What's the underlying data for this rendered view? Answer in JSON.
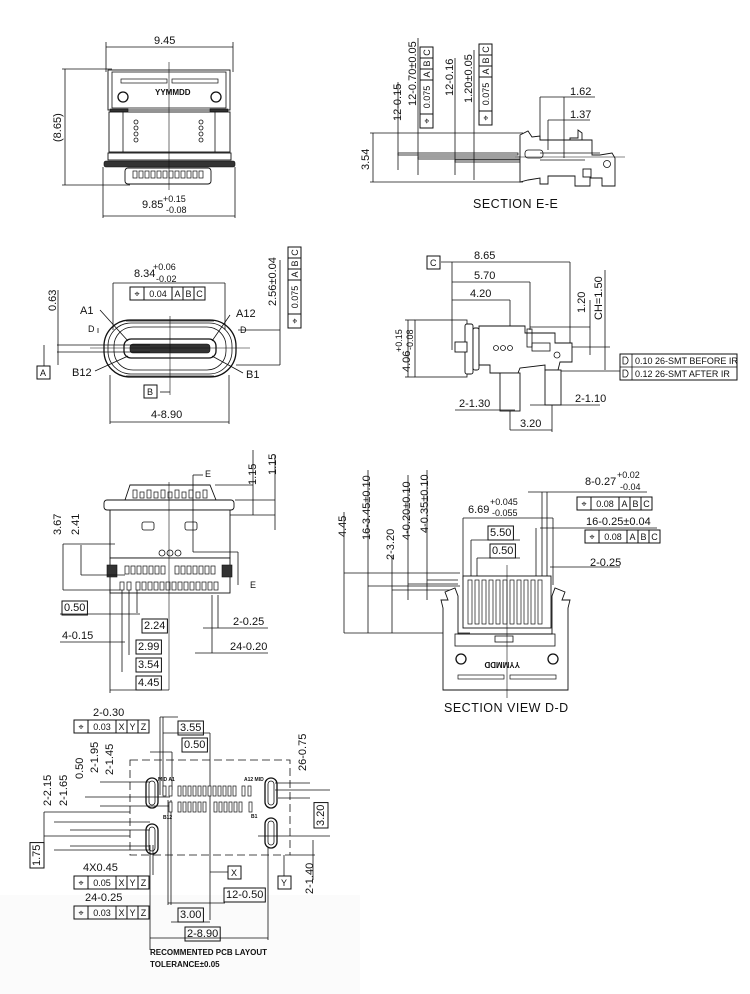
{
  "front_view": {
    "width": "9.45",
    "height": "(8.65)",
    "base_width": "9.85",
    "base_tol_plus": "+0.15",
    "base_tol_minus": "-0.08",
    "marking": "YYMMDD"
  },
  "section_ee": {
    "dim_pitch_a": "12-0.15",
    "dim_pin_spacing": "12-0.70±0.05",
    "fcf_1": [
      "⌖",
      "0.075",
      "A",
      "B",
      "C"
    ],
    "dim_pitch_b": "12-0.16",
    "dim_offset": "1.20±0.05",
    "fcf_2": [
      "⌖",
      "0.075",
      "A",
      "B",
      "C"
    ],
    "dim_1": "1.62",
    "dim_2": "1.37",
    "height": "3.54",
    "title": "SECTION  E-E"
  },
  "mating_face": {
    "width": "8.34",
    "width_tol_plus": "+0.06",
    "width_tol_minus": "-0.02",
    "fcf": [
      "⌖",
      "0.04",
      "A",
      "B",
      "C"
    ],
    "dim_left": "0.63",
    "height": "2.56±0.04",
    "fcf_height": [
      "⌖",
      "0.075",
      "A",
      "B",
      "C"
    ],
    "pin_a1": "A1",
    "pin_a12": "A12",
    "pin_b12": "B12",
    "pin_b1": "B1",
    "section_left": "D",
    "section_right": "D",
    "datum_a": "A",
    "datum_b": "B",
    "bottom_width": "4-8.90"
  },
  "side_view": {
    "datum_c": "C",
    "dim_1": "8.65",
    "dim_2": "5.70",
    "dim_3": "4.20",
    "dim_4": "1.20",
    "chamfer": "CH=1.50",
    "height": "4.06",
    "height_tol_plus": "+0.15",
    "height_tol_minus": "-0.08",
    "leg_left": "2-1.30",
    "leg_right": "2-1.10",
    "leg_spacing": "3.20",
    "flatness": [
      {
        "value": "0.10 26-SMT BEFORE IR"
      },
      {
        "value": "0.12 26-SMT AFTER IR"
      }
    ]
  },
  "bottom_view": {
    "dim_top_1": "1.15",
    "dim_top_2": "1.15",
    "section_top": "E",
    "section_bottom": "E",
    "dim_3_67": "3.67",
    "dim_2_41": "2.41",
    "box_0_50": "0.50",
    "box_2_24": "2.24",
    "dim_4_015": "4-0.15",
    "box_2_99": "2.99",
    "box_3_54": "3.54",
    "box_4_45": "4.45",
    "dim_2_025": "2-0.25",
    "dim_24_020": "24-0.20"
  },
  "section_dd": {
    "dim_4_45": "4.45",
    "dim_16_345": "16-3.45±0.10",
    "dim_2_320": "2-3.20",
    "dim_4_020": "4-0.20±0.10",
    "dim_4_035": "4-0.35±0.10",
    "dim_8_027": "8-0.27",
    "dim_8_027_plus": "+0.02",
    "dim_8_027_minus": "-0.04",
    "fcf_1": [
      "⌖",
      "0.08",
      "A",
      "B",
      "C"
    ],
    "dim_669": "6.69",
    "dim_669_plus": "+0.045",
    "dim_669_minus": "-0.055",
    "dim_16_025": "16-0.25±0.04",
    "fcf_2": [
      "⌖",
      "0.08",
      "A",
      "B",
      "C"
    ],
    "box_5_50": "5.50",
    "box_0_50": "0.50",
    "dim_2_025": "2-0.25",
    "marking": "YYMMDD",
    "title": "SECTION  VIEW D-D"
  },
  "pcb_layout": {
    "dim_2_030": "2-0.30",
    "fcf_1": [
      "⌖",
      "0.03",
      "X",
      "Y",
      "Z"
    ],
    "box_3_55": "3.55",
    "box_0_50": "0.50",
    "dim_2_195": "2-1.95",
    "dim_2_145": "2-1.45",
    "dim_0_50": "0.50",
    "dim_2_215": "2-2.15",
    "dim_2_165": "2-1.65",
    "dim_26_075": "26-0.75",
    "box_3_20": "3.20",
    "box_1_75": "1.75",
    "dim_4x045": "4X0.45",
    "fcf_2": [
      "⌖",
      "0.05",
      "X",
      "Y",
      "Z"
    ],
    "dim_24_025": "24-0.25",
    "fcf_3": [
      "⌖",
      "0.03",
      "X",
      "Y",
      "Z"
    ],
    "datum_x": "X",
    "datum_y": "Y",
    "dim_2_140": "2-1.40",
    "box_12_050": "12-0.50",
    "box_3_00": "3.00",
    "box_2_890": "2-8.90",
    "label_mid_a1": "MID A1",
    "label_a12_mid": "A12 MID",
    "label_b12": "B12",
    "label_b1": "B1",
    "note_1": "RECOMMENTED PCB LAYOUT",
    "note_2": "TOLERANCE±0.05"
  }
}
